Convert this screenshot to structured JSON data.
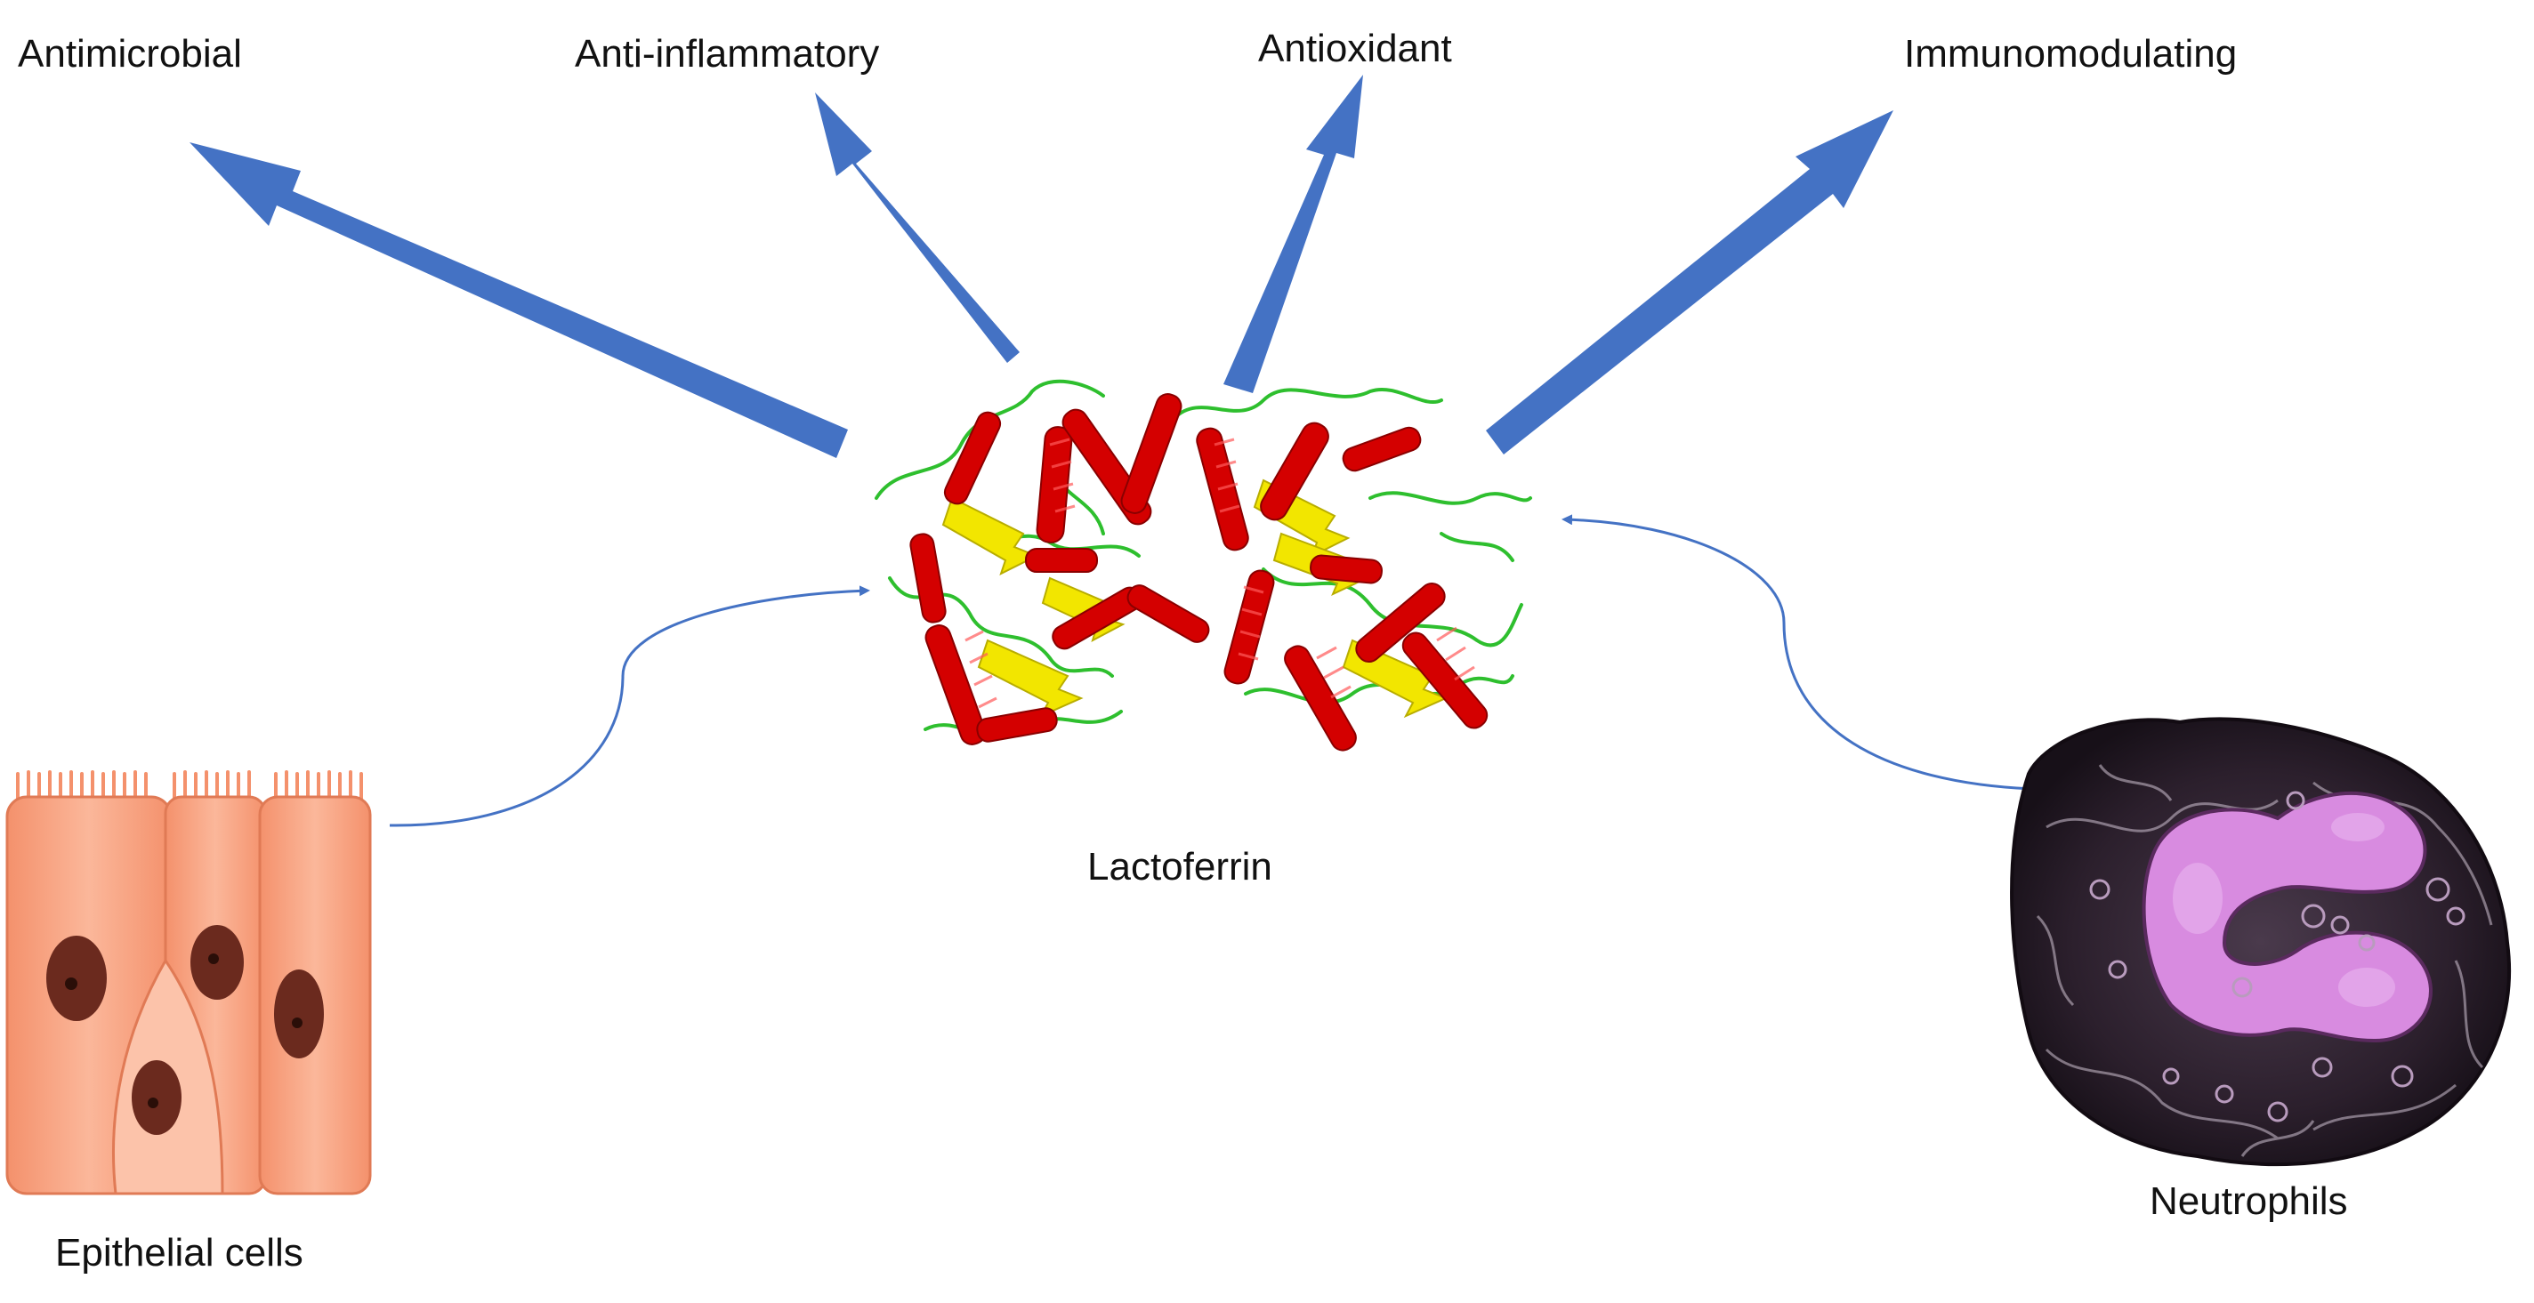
{
  "functions": [
    {
      "label": "Antimicrobial"
    },
    {
      "label": "Anti-inflammatory"
    },
    {
      "label": "Antioxidant"
    },
    {
      "label": "Immunomodulating"
    }
  ],
  "center": {
    "label": "Lactoferrin"
  },
  "sources": [
    {
      "label": "Epithelial cells"
    },
    {
      "label": "Neutrophils"
    }
  ],
  "colors": {
    "arrow_fill": "#4472C4",
    "helix": "#D40000",
    "sheet": "#F2E600",
    "coil": "#2EBF2E",
    "epithelial": "#F7A98A",
    "nucleus": "#6B2A1E",
    "neutrophil_body": "#2A1E2A",
    "neutrophil_nucleus": "#D88BE0"
  }
}
